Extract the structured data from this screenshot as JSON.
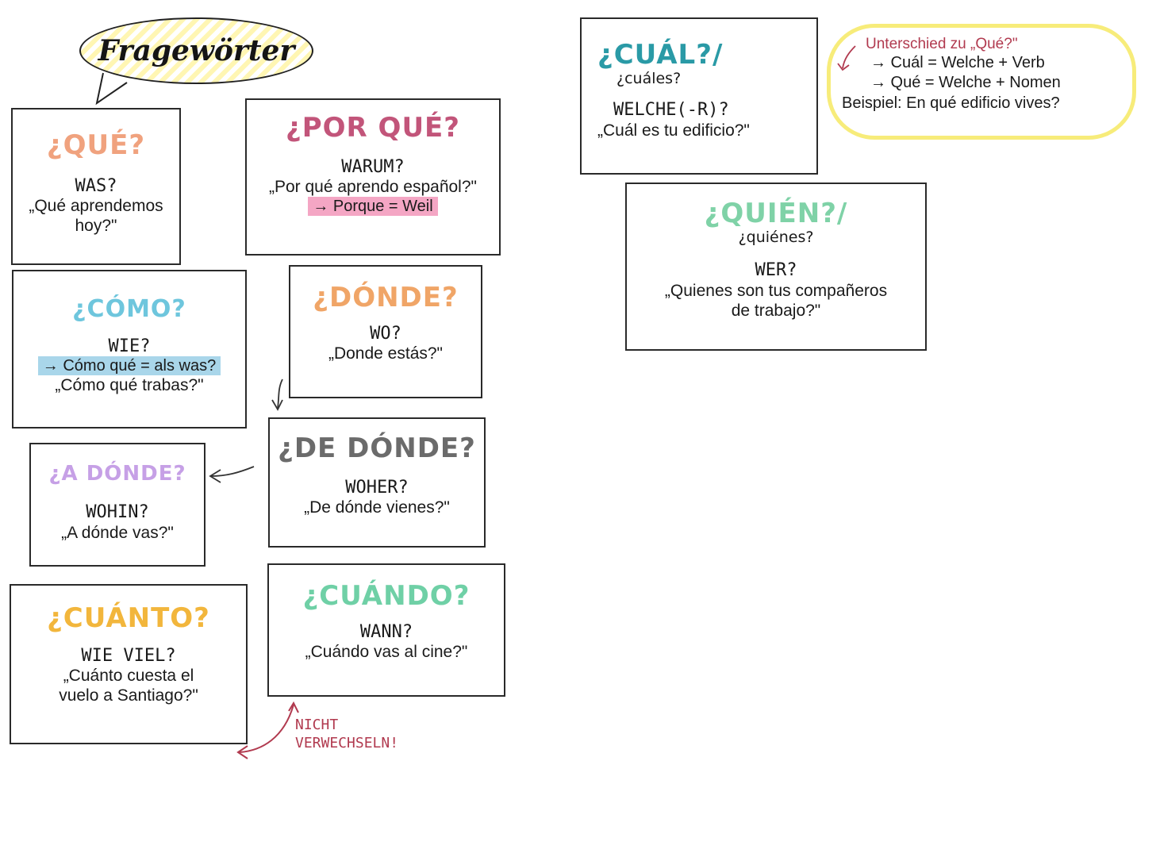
{
  "title": "Fragewörter",
  "colors": {
    "que": "#f0a27e",
    "por_que": "#c2557a",
    "como": "#6ec6dd",
    "donde": "#f0a567",
    "de_donde": "#6b6b6b",
    "a_donde": "#c6a0e6",
    "cuanto": "#f2b63c",
    "cuando": "#6fd0a6",
    "cual": "#2a9aa6",
    "quien": "#7fd2a7",
    "annotation_red": "#b13a4f",
    "cloud_yellow": "#f7ec7a"
  },
  "cards": {
    "que": {
      "question": "¿QUÉ?",
      "german": "WAS?",
      "example_1": "„Qué aprendemos",
      "example_2": "hoy?\""
    },
    "por_que": {
      "question": "¿POR QUÉ?",
      "german": "WARUM?",
      "example": "„Por qué aprendo español?\"",
      "note": "→ Porque = Weil"
    },
    "como": {
      "question": "¿CÓMO?",
      "german": "WIE?",
      "note": "→ Cómo qué = als was?",
      "example": "„Cómo qué trabas?\""
    },
    "donde": {
      "question": "¿DÓNDE?",
      "german": "WO?",
      "example": "„Donde estás?\""
    },
    "de_donde": {
      "question": "¿DE DÓNDE?",
      "german": "WOHER?",
      "example": "„De dónde vienes?\""
    },
    "a_donde": {
      "question": "¿A DÓNDE?",
      "german": "WOHIN?",
      "example": "„A dónde vas?\""
    },
    "cuanto": {
      "question": "¿CUÁNTO?",
      "german": "WIE VIEL?",
      "example_1": "„Cuánto cuesta el",
      "example_2": "vuelo a Santiago?\""
    },
    "cuando": {
      "question": "¿CUÁNDO?",
      "german": "WANN?",
      "example": "„Cuándo vas al cine?\""
    },
    "cual": {
      "question": "¿CUÁL?/",
      "plural": "¿cuáles?",
      "german": "WELCHE(-R)?",
      "example": "„Cuál es tu edificio?\""
    },
    "quien": {
      "question": "¿QUIÉN?/",
      "plural": "¿quiénes?",
      "german": "WER?",
      "example_1": "„Quienes son tus compañeros",
      "example_2": "de trabajo?\""
    }
  },
  "cloud_note": {
    "title": "Unterschied zu „Qué?\"",
    "line_1": "→ Cuál = Welche + Verb",
    "line_2": "→ Qué = Welche + Nomen",
    "example": "Beispiel: En qué edificio vives?"
  },
  "annotation": {
    "line_1": "NICHT",
    "line_2": "VERWECHSELN!"
  }
}
